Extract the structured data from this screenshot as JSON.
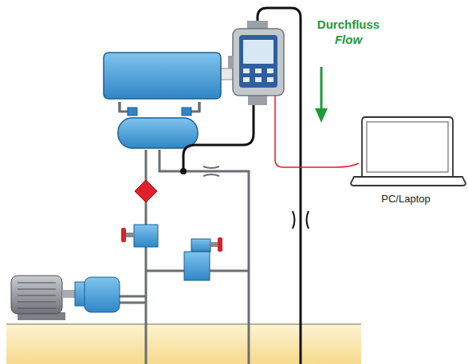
{
  "diagram": {
    "labels": [
      "Durchfluss",
      "Flow",
      "PC/Laptop"
    ]
  }
}
